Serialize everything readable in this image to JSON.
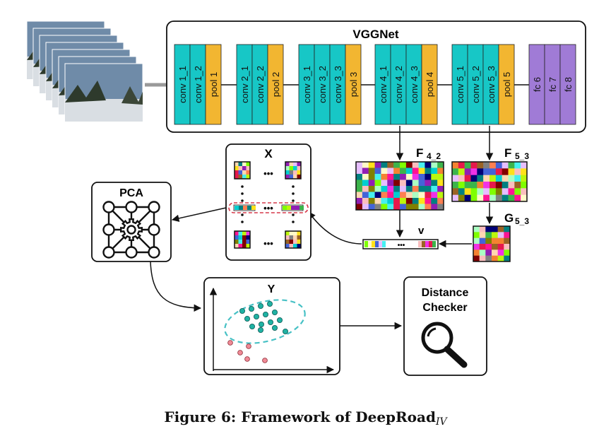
{
  "network": {
    "title": "VGGNet",
    "groups": [
      {
        "layers": [
          "conv 1_1",
          "conv 1_2",
          "pool 1"
        ]
      },
      {
        "layers": [
          "conv 2_1",
          "conv 2_2",
          "pool 2"
        ]
      },
      {
        "layers": [
          "conv 3_1",
          "conv 3_2",
          "conv 3_3",
          "pool 3"
        ]
      },
      {
        "layers": [
          "conv 4_1",
          "conv 4_2",
          "conv 4_3",
          "pool 4"
        ]
      },
      {
        "layers": [
          "conv 5_1",
          "conv 5_2",
          "conv 5_3",
          "pool 5"
        ]
      },
      {
        "layers": [
          "fc 6",
          "fc 7",
          "fc 8"
        ]
      }
    ]
  },
  "labels": {
    "f42_main": "F",
    "f42_sub": "4_2",
    "f53_main": "F",
    "f53_sub": "5_3",
    "g53_main": "G",
    "g53_sub": "5_3",
    "v": "v",
    "x": "X",
    "pca": "PCA",
    "y": "Y",
    "distance_line1": "Distance",
    "distance_line2": "Checker",
    "ellipsis": "•••"
  },
  "colors": {
    "conv": "#17c7c6",
    "pool": "#f2b631",
    "fc": "#a07bd6",
    "arrow": "#111111",
    "cluster_fill": "#1fb2a3",
    "cluster_outline": "#47c1c5",
    "outlier_fill": "#f08a96",
    "x_row_highlight": "#d6394a"
  },
  "icons": {
    "pca": "network-gear-icon",
    "distance": "magnifier-icon",
    "input": "video-frames-stack"
  },
  "caption": {
    "prefix": "Figure 6: Framework of DeepRoad",
    "subscript": "IV"
  }
}
